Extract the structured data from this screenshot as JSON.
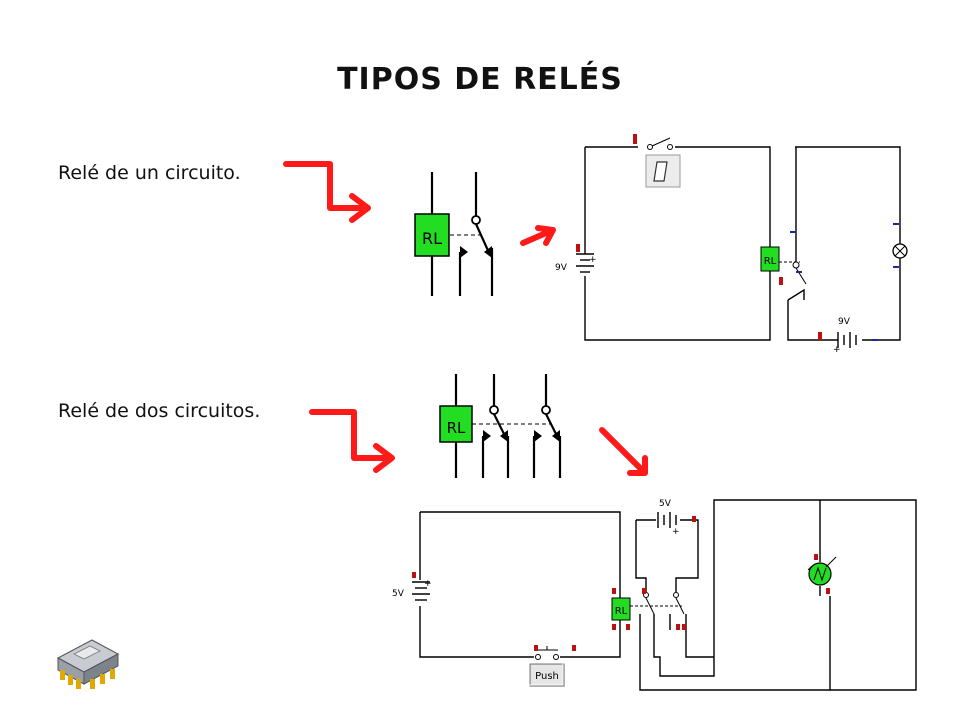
{
  "title": "TIPOS DE RELÉS",
  "captions": {
    "single": "Relé de un circuito.",
    "double": "Relé de dos circuitos."
  },
  "labels": {
    "relay": "RL",
    "battery_9v": "9V",
    "battery_5v": "5V",
    "push_button": "Push",
    "plus": "+",
    "minus": "-"
  },
  "colors": {
    "relay_green": "#22dd22",
    "arrow_red": "#ff1a1a",
    "terminal_red": "#bb1111",
    "terminal_blue": "#1a2a99"
  },
  "icons": {
    "logo": "microchip-icon"
  }
}
